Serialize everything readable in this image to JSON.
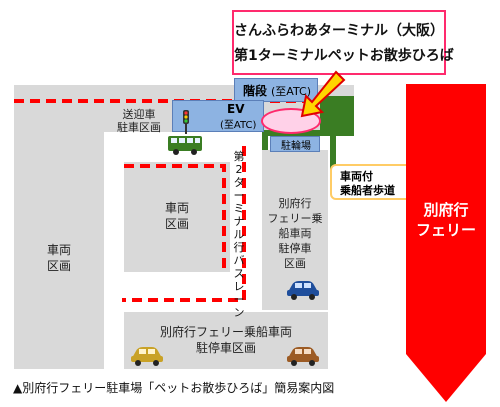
{
  "title": {
    "line1": "さんふらわあターミナル（大阪）",
    "line2": "第1ターミナルペットお散歩ひろば"
  },
  "labels": {
    "stairs": "階段",
    "stairs_sub": "(至ATC)",
    "ev": "EV",
    "ev_sub": "(至ATC)",
    "pickup_line1": "送迎車",
    "pickup_line2": "駐車区画",
    "bicycle_parking": "駐輪場",
    "walkway_line1": "車両付",
    "walkway_line2": "乗船者歩道",
    "bus_lane": "第2ターミナル行バスレーン",
    "vehicle_area_center_line1": "車両",
    "vehicle_area_center_line2": "区画",
    "vehicle_area_left_line1": "車両",
    "vehicle_area_left_line2": "区画",
    "ferry_boarding_line1": "別府行",
    "ferry_boarding_line2": "フェリー乗",
    "ferry_boarding_line3": "船車両",
    "ferry_boarding_line4": "駐停車",
    "ferry_boarding_line5": "区画",
    "bottom_area_line1": "別府行フェリー乗船車両",
    "bottom_area_line2": "駐停車区画",
    "arrow_line1": "別府行",
    "arrow_line2": "フェリー"
  },
  "caption": "▲別府行フェリー駐車場「ペットお散歩ひろば」簡易案内図",
  "colors": {
    "dash_red": "#ff0000",
    "area_gray": "#d9d9d9",
    "green": "#3a7d23",
    "blue_box": "#8db3e2",
    "arrow_red": "#ff0000",
    "title_border": "#ff2a6d",
    "oval_fill": "#ffd1e8",
    "bus_green": "#3a7d23",
    "car_blue": "#1f4e9c",
    "car_gold": "#c9a227",
    "car_brown": "#9c5b24"
  },
  "icons": {
    "bus": "bus-icon",
    "traffic_light": "traffic-light-icon",
    "car_blue": "car-icon",
    "car_gold": "car-icon",
    "car_brown": "car-icon",
    "pointer_arrow": "arrow-icon"
  }
}
